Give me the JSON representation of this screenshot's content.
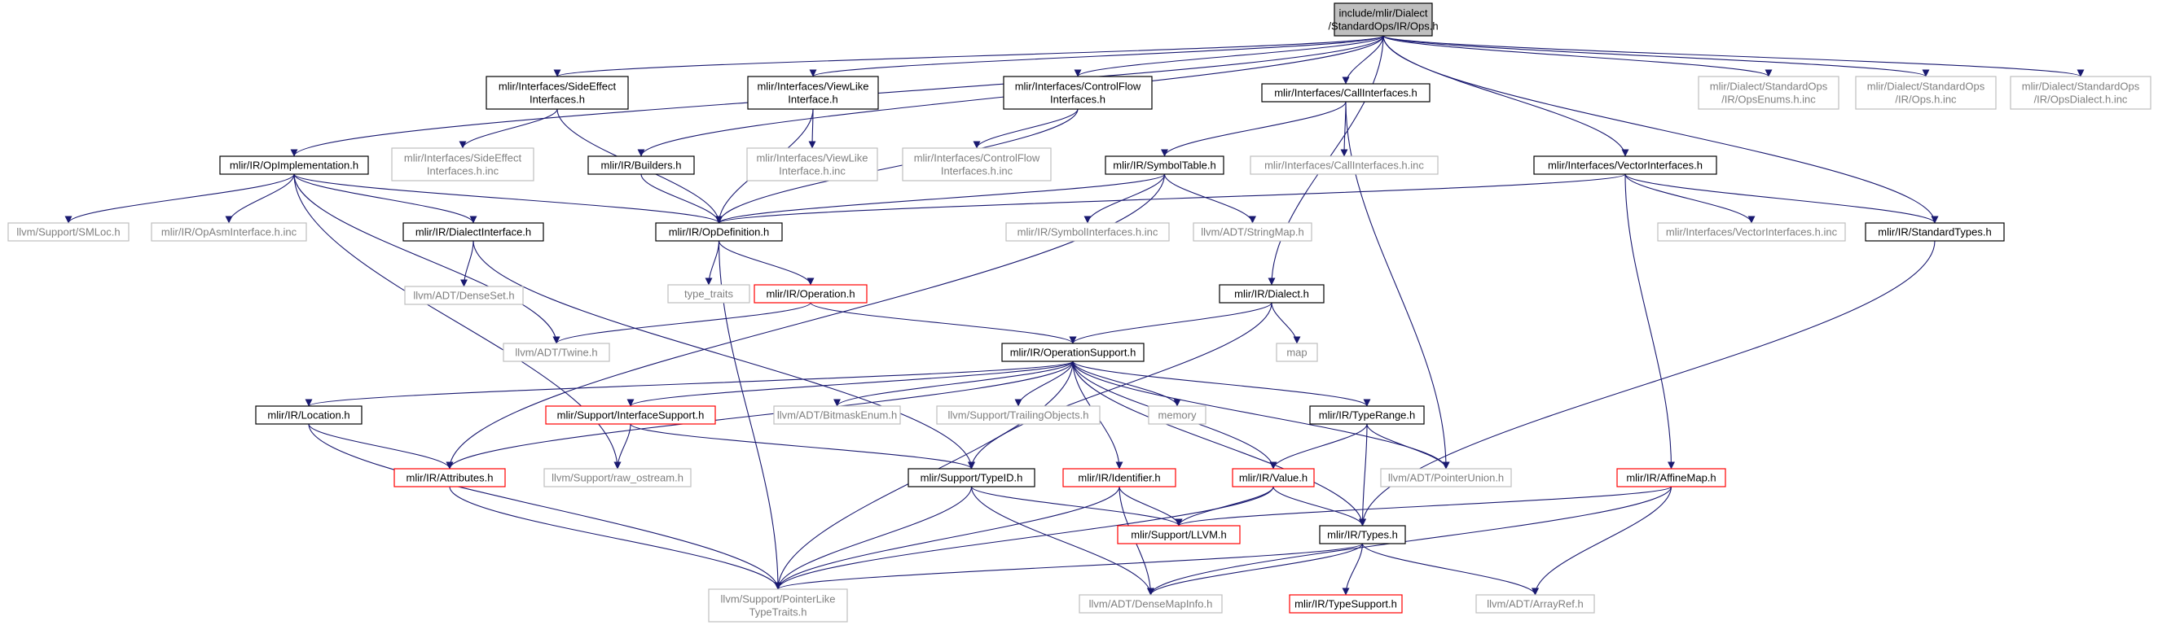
{
  "graph": {
    "colors": {
      "edge": "#191970",
      "border_internal": "#000000",
      "border_external": "#bfbfbf",
      "border_truncated": "#ff0000",
      "fill_root": "#bfbfbf",
      "text_external": "#7f7f7f"
    },
    "nodes": [
      {
        "id": "ops",
        "kind": "root",
        "lines": [
          "include/mlir/Dialect",
          "/StandardOps/IR/Ops.h"
        ]
      },
      {
        "id": "sideeffect",
        "kind": "internal",
        "lines": [
          "mlir/Interfaces/SideEffect",
          "Interfaces.h"
        ]
      },
      {
        "id": "viewlike",
        "kind": "internal",
        "lines": [
          "mlir/Interfaces/ViewLike",
          "Interface.h"
        ]
      },
      {
        "id": "controlflow",
        "kind": "internal",
        "lines": [
          "mlir/Interfaces/ControlFlow",
          "Interfaces.h"
        ]
      },
      {
        "id": "callif",
        "kind": "internal",
        "lines": [
          "mlir/Interfaces/CallInterfaces.h"
        ]
      },
      {
        "id": "opsenums",
        "kind": "external",
        "lines": [
          "mlir/Dialect/StandardOps",
          "/IR/OpsEnums.h.inc"
        ]
      },
      {
        "id": "opsinc",
        "kind": "external",
        "lines": [
          "mlir/Dialect/StandardOps",
          "/IR/Ops.h.inc"
        ]
      },
      {
        "id": "opsdialectinc",
        "kind": "external",
        "lines": [
          "mlir/Dialect/StandardOps",
          "/IR/OpsDialect.h.inc"
        ]
      },
      {
        "id": "sideeffectinc",
        "kind": "external",
        "lines": [
          "mlir/Interfaces/SideEffect",
          "Interfaces.h.inc"
        ]
      },
      {
        "id": "viewlikeinc",
        "kind": "external",
        "lines": [
          "mlir/Interfaces/ViewLike",
          "Interface.h.inc"
        ]
      },
      {
        "id": "controlflowinc",
        "kind": "external",
        "lines": [
          "mlir/Interfaces/ControlFlow",
          "Interfaces.h.inc"
        ]
      },
      {
        "id": "callifinc",
        "kind": "external",
        "lines": [
          "mlir/Interfaces/CallInterfaces.h.inc"
        ]
      },
      {
        "id": "opimpl",
        "kind": "internal",
        "lines": [
          "mlir/IR/OpImplementation.h"
        ]
      },
      {
        "id": "builders",
        "kind": "internal",
        "lines": [
          "mlir/IR/Builders.h"
        ]
      },
      {
        "id": "symboltable",
        "kind": "internal",
        "lines": [
          "mlir/IR/SymbolTable.h"
        ]
      },
      {
        "id": "vectorif",
        "kind": "internal",
        "lines": [
          "mlir/Interfaces/VectorInterfaces.h"
        ]
      },
      {
        "id": "smloc",
        "kind": "external",
        "lines": [
          "llvm/Support/SMLoc.h"
        ]
      },
      {
        "id": "opasminc",
        "kind": "external",
        "lines": [
          "mlir/IR/OpAsmInterface.h.inc"
        ]
      },
      {
        "id": "dialectif",
        "kind": "internal",
        "lines": [
          "mlir/IR/DialectInterface.h"
        ]
      },
      {
        "id": "opdef",
        "kind": "internal",
        "lines": [
          "mlir/IR/OpDefinition.h"
        ]
      },
      {
        "id": "symbolifinc",
        "kind": "external",
        "lines": [
          "mlir/IR/SymbolInterfaces.h.inc"
        ]
      },
      {
        "id": "stringmap",
        "kind": "external",
        "lines": [
          "llvm/ADT/StringMap.h"
        ]
      },
      {
        "id": "vectorifinc",
        "kind": "external",
        "lines": [
          "mlir/Interfaces/VectorInterfaces.h.inc"
        ]
      },
      {
        "id": "standardtypes",
        "kind": "internal",
        "lines": [
          "mlir/IR/StandardTypes.h"
        ]
      },
      {
        "id": "denseset",
        "kind": "external",
        "lines": [
          "llvm/ADT/DenseSet.h"
        ]
      },
      {
        "id": "typetraits",
        "kind": "external",
        "lines": [
          "type_traits"
        ]
      },
      {
        "id": "operation",
        "kind": "truncated",
        "lines": [
          "mlir/IR/Operation.h"
        ]
      },
      {
        "id": "dialect",
        "kind": "internal",
        "lines": [
          "mlir/IR/Dialect.h"
        ]
      },
      {
        "id": "twine",
        "kind": "external",
        "lines": [
          "llvm/ADT/Twine.h"
        ]
      },
      {
        "id": "map",
        "kind": "external",
        "lines": [
          "map"
        ]
      },
      {
        "id": "opsupport",
        "kind": "internal",
        "lines": [
          "mlir/IR/OperationSupport.h"
        ]
      },
      {
        "id": "location",
        "kind": "internal",
        "lines": [
          "mlir/IR/Location.h"
        ]
      },
      {
        "id": "ifsupport",
        "kind": "truncated",
        "lines": [
          "mlir/Support/InterfaceSupport.h"
        ]
      },
      {
        "id": "bitmask",
        "kind": "external",
        "lines": [
          "llvm/ADT/BitmaskEnum.h"
        ]
      },
      {
        "id": "trailing",
        "kind": "external",
        "lines": [
          "llvm/Support/TrailingObjects.h"
        ]
      },
      {
        "id": "memory",
        "kind": "external",
        "lines": [
          "memory"
        ]
      },
      {
        "id": "typerange",
        "kind": "internal",
        "lines": [
          "mlir/IR/TypeRange.h"
        ]
      },
      {
        "id": "attributes",
        "kind": "truncated",
        "lines": [
          "mlir/IR/Attributes.h"
        ]
      },
      {
        "id": "rawostream",
        "kind": "external",
        "lines": [
          "llvm/Support/raw_ostream.h"
        ]
      },
      {
        "id": "typeid",
        "kind": "internal",
        "lines": [
          "mlir/Support/TypeID.h"
        ]
      },
      {
        "id": "identifier",
        "kind": "truncated",
        "lines": [
          "mlir/IR/Identifier.h"
        ]
      },
      {
        "id": "value",
        "kind": "truncated",
        "lines": [
          "mlir/IR/Value.h"
        ]
      },
      {
        "id": "pointerunion",
        "kind": "external",
        "lines": [
          "llvm/ADT/PointerUnion.h"
        ]
      },
      {
        "id": "affinemap",
        "kind": "truncated",
        "lines": [
          "mlir/IR/AffineMap.h"
        ]
      },
      {
        "id": "llvmh",
        "kind": "truncated",
        "lines": [
          "mlir/Support/LLVM.h"
        ]
      },
      {
        "id": "types",
        "kind": "internal",
        "lines": [
          "mlir/IR/Types.h"
        ]
      },
      {
        "id": "ptrlike",
        "kind": "external",
        "lines": [
          "llvm/Support/PointerLike",
          "TypeTraits.h"
        ]
      },
      {
        "id": "densemapinfo",
        "kind": "external",
        "lines": [
          "llvm/ADT/DenseMapInfo.h"
        ]
      },
      {
        "id": "typesupport",
        "kind": "truncated",
        "lines": [
          "mlir/IR/TypeSupport.h"
        ]
      },
      {
        "id": "arrayref",
        "kind": "external",
        "lines": [
          "llvm/ADT/ArrayRef.h"
        ]
      }
    ],
    "edges": [
      [
        "ops",
        "opimpl"
      ],
      [
        "ops",
        "sideeffect"
      ],
      [
        "ops",
        "builders"
      ],
      [
        "ops",
        "viewlike"
      ],
      [
        "ops",
        "controlflow"
      ],
      [
        "ops",
        "callif"
      ],
      [
        "ops",
        "vectorif"
      ],
      [
        "ops",
        "dialect"
      ],
      [
        "ops",
        "standardtypes"
      ],
      [
        "ops",
        "opsenums"
      ],
      [
        "ops",
        "opsinc"
      ],
      [
        "ops",
        "opsdialectinc"
      ],
      [
        "sideeffect",
        "sideeffectinc"
      ],
      [
        "sideeffect",
        "opdef"
      ],
      [
        "viewlike",
        "viewlikeinc"
      ],
      [
        "viewlike",
        "opdef"
      ],
      [
        "controlflow",
        "controlflowinc"
      ],
      [
        "controlflow",
        "opdef"
      ],
      [
        "callif",
        "symboltable"
      ],
      [
        "callif",
        "callifinc"
      ],
      [
        "callif",
        "pointerunion"
      ],
      [
        "opimpl",
        "smloc"
      ],
      [
        "opimpl",
        "opasminc"
      ],
      [
        "opimpl",
        "dialectif"
      ],
      [
        "opimpl",
        "opdef"
      ],
      [
        "opimpl",
        "twine"
      ],
      [
        "opimpl",
        "rawostream"
      ],
      [
        "builders",
        "opdef"
      ],
      [
        "symboltable",
        "opdef"
      ],
      [
        "symboltable",
        "symbolifinc"
      ],
      [
        "symboltable",
        "stringmap"
      ],
      [
        "symboltable",
        "attributes"
      ],
      [
        "vectorif",
        "opdef"
      ],
      [
        "vectorif",
        "vectorifinc"
      ],
      [
        "vectorif",
        "standardtypes"
      ],
      [
        "vectorif",
        "affinemap"
      ],
      [
        "dialectif",
        "denseset"
      ],
      [
        "dialectif",
        "typeid"
      ],
      [
        "opdef",
        "typetraits"
      ],
      [
        "opdef",
        "operation"
      ],
      [
        "opdef",
        "ptrlike"
      ],
      [
        "operation",
        "twine"
      ],
      [
        "operation",
        "opsupport"
      ],
      [
        "dialect",
        "opsupport"
      ],
      [
        "dialect",
        "map"
      ],
      [
        "dialect",
        "typeid"
      ],
      [
        "standardtypes",
        "types"
      ],
      [
        "opsupport",
        "location"
      ],
      [
        "opsupport",
        "ifsupport"
      ],
      [
        "opsupport",
        "bitmask"
      ],
      [
        "opsupport",
        "trailing"
      ],
      [
        "opsupport",
        "memory"
      ],
      [
        "opsupport",
        "typerange"
      ],
      [
        "opsupport",
        "identifier"
      ],
      [
        "opsupport",
        "value"
      ],
      [
        "opsupport",
        "pointerunion"
      ],
      [
        "opsupport",
        "attributes"
      ],
      [
        "opsupport",
        "ptrlike"
      ],
      [
        "opsupport",
        "types"
      ],
      [
        "location",
        "attributes"
      ],
      [
        "location",
        "ptrlike"
      ],
      [
        "ifsupport",
        "typeid"
      ],
      [
        "ifsupport",
        "rawostream"
      ],
      [
        "typerange",
        "value"
      ],
      [
        "typerange",
        "pointerunion"
      ],
      [
        "typerange",
        "types"
      ],
      [
        "attributes",
        "ptrlike"
      ],
      [
        "typeid",
        "ptrlike"
      ],
      [
        "typeid",
        "densemapinfo"
      ],
      [
        "typeid",
        "llvmh"
      ],
      [
        "identifier",
        "llvmh"
      ],
      [
        "identifier",
        "densemapinfo"
      ],
      [
        "identifier",
        "ptrlike"
      ],
      [
        "value",
        "types"
      ],
      [
        "value",
        "llvmh"
      ],
      [
        "value",
        "ptrlike"
      ],
      [
        "affinemap",
        "llvmh"
      ],
      [
        "affinemap",
        "arrayref"
      ],
      [
        "affinemap",
        "densemapinfo"
      ],
      [
        "types",
        "ptrlike"
      ],
      [
        "types",
        "densemapinfo"
      ],
      [
        "types",
        "typesupport"
      ],
      [
        "types",
        "arrayref"
      ]
    ]
  }
}
